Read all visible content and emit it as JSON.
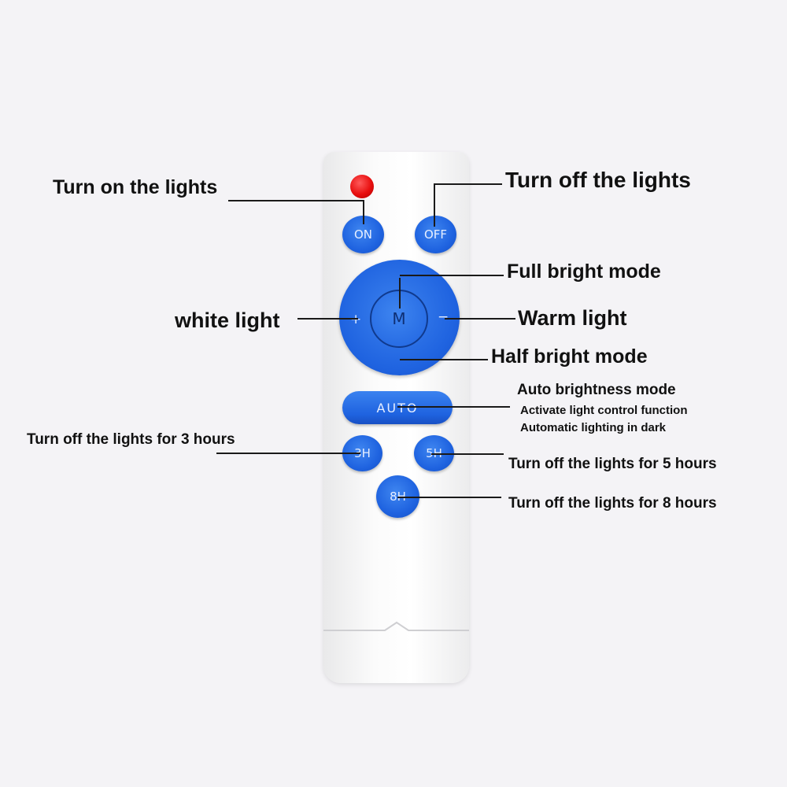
{
  "remote": {
    "buttons": {
      "on": "ON",
      "off": "OFF",
      "center": "M",
      "plus": "+",
      "minus": "−",
      "auto": "AUTO",
      "h3": "3H",
      "h5": "5H",
      "h8": "8H"
    }
  },
  "labels": {
    "turn_on": "Turn on the lights",
    "turn_off": "Turn off the lights",
    "full_bright": "Full bright mode",
    "white_light": "white light",
    "warm_light": "Warm light",
    "half_bright": "Half bright mode",
    "auto_title": "Auto brightness mode",
    "auto_line1": "Activate light control function",
    "auto_line2": "Automatic lighting in dark",
    "off_3h": "Turn off the lights for 3 hours",
    "off_5h": "Turn off the lights for 5 hours",
    "off_8h": "Turn off the lights for 8 hours"
  },
  "colors": {
    "button_blue": "#1f63e0",
    "led_red": "#e80f0f",
    "remote_white": "#fbfbfb",
    "label_text": "#111111"
  }
}
